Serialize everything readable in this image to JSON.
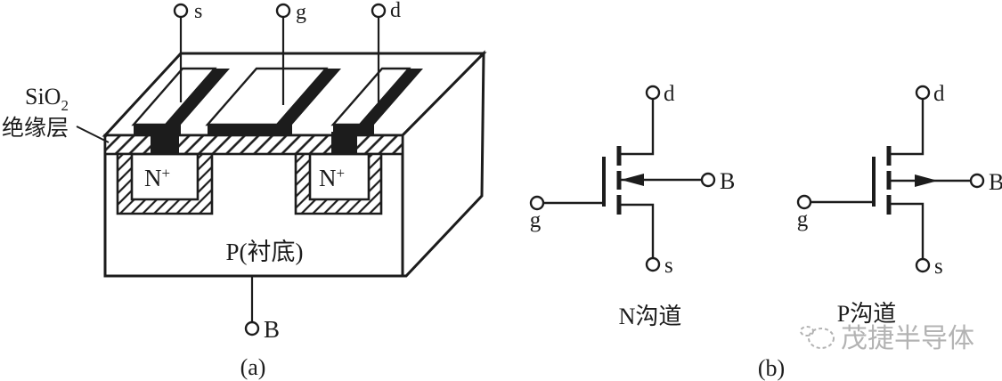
{
  "figure_a": {
    "caption": "(a)",
    "terminal_s": "s",
    "terminal_g": "g",
    "terminal_d": "d",
    "terminal_b": "B",
    "sio2_label": {
      "base": "SiO",
      "sub": "2"
    },
    "insulation_label": "绝缘层",
    "n_plus": {
      "base": "N",
      "sup": "+"
    },
    "substrate_label": "P(衬底)"
  },
  "figure_b": {
    "caption": "(b)",
    "n_channel": {
      "label": "N沟道",
      "terminal_d": "d",
      "terminal_g": "g",
      "terminal_s": "s",
      "terminal_b": "B"
    },
    "p_channel": {
      "label": "P沟道",
      "terminal_d": "d",
      "terminal_g": "g",
      "terminal_s": "s",
      "terminal_b": "B"
    }
  },
  "watermark": {
    "text": "茂捷半导体"
  },
  "colors": {
    "ink": "#1c1c1c",
    "background": "#ffffff",
    "watermark": "#b3b3b3"
  }
}
